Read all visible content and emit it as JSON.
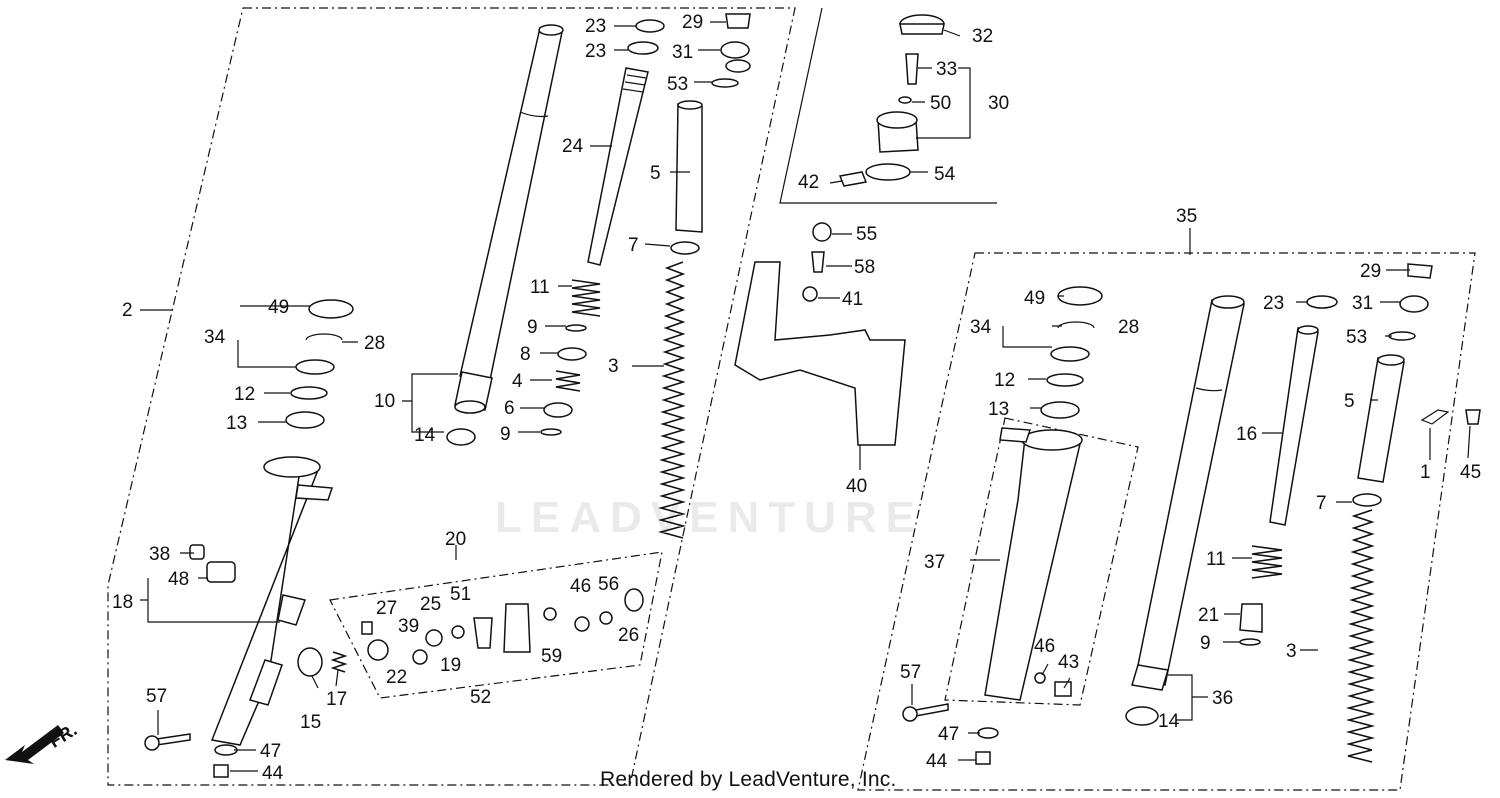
{
  "footer": "Rendered by LeadVenture, Inc.",
  "watermark": "LEADVENTURE",
  "direction_label": "FR.",
  "labels": {
    "l23a": "23",
    "l29a": "29",
    "l23b": "23",
    "l31a": "31",
    "l53a": "53",
    "l24": "24",
    "l5a": "5",
    "l7a": "7",
    "l11a": "11",
    "l9a": "9",
    "l8": "8",
    "l4": "4",
    "l6": "6",
    "l9b": "9",
    "l3a": "3",
    "l2": "2",
    "l49a": "49",
    "l34a": "34",
    "l28a": "28",
    "l12a": "12",
    "l13a": "13",
    "l10": "10",
    "l14a": "14",
    "l32": "32",
    "l33": "33",
    "l50": "50",
    "l30": "30",
    "l42": "42",
    "l54": "54",
    "l55": "55",
    "l58": "58",
    "l41": "41",
    "l40": "40",
    "l38": "38",
    "l48": "48",
    "l18": "18",
    "l20": "20",
    "l27": "27",
    "l39": "39",
    "l25": "25",
    "l51": "51",
    "l46a": "46",
    "l56": "56",
    "l26": "26",
    "l59": "59",
    "l22": "22",
    "l19": "19",
    "l52": "52",
    "l15": "15",
    "l17": "17",
    "l57a": "57",
    "l47a": "47",
    "l44a": "44",
    "l35": "35",
    "l29b": "29",
    "l49b": "49",
    "l23c": "23",
    "l31b": "31",
    "l34b": "34",
    "l28b": "28",
    "l53b": "53",
    "l12b": "12",
    "l5b": "5",
    "l13b": "13",
    "l16": "16",
    "l1": "1",
    "l45": "45",
    "l7b": "7",
    "l37": "37",
    "l11b": "11",
    "l21": "21",
    "l9c": "9",
    "l3b": "3",
    "l46b": "46",
    "l43": "43",
    "l57b": "57",
    "l36": "36",
    "l14b": "14",
    "l47b": "47",
    "l44b": "44"
  }
}
